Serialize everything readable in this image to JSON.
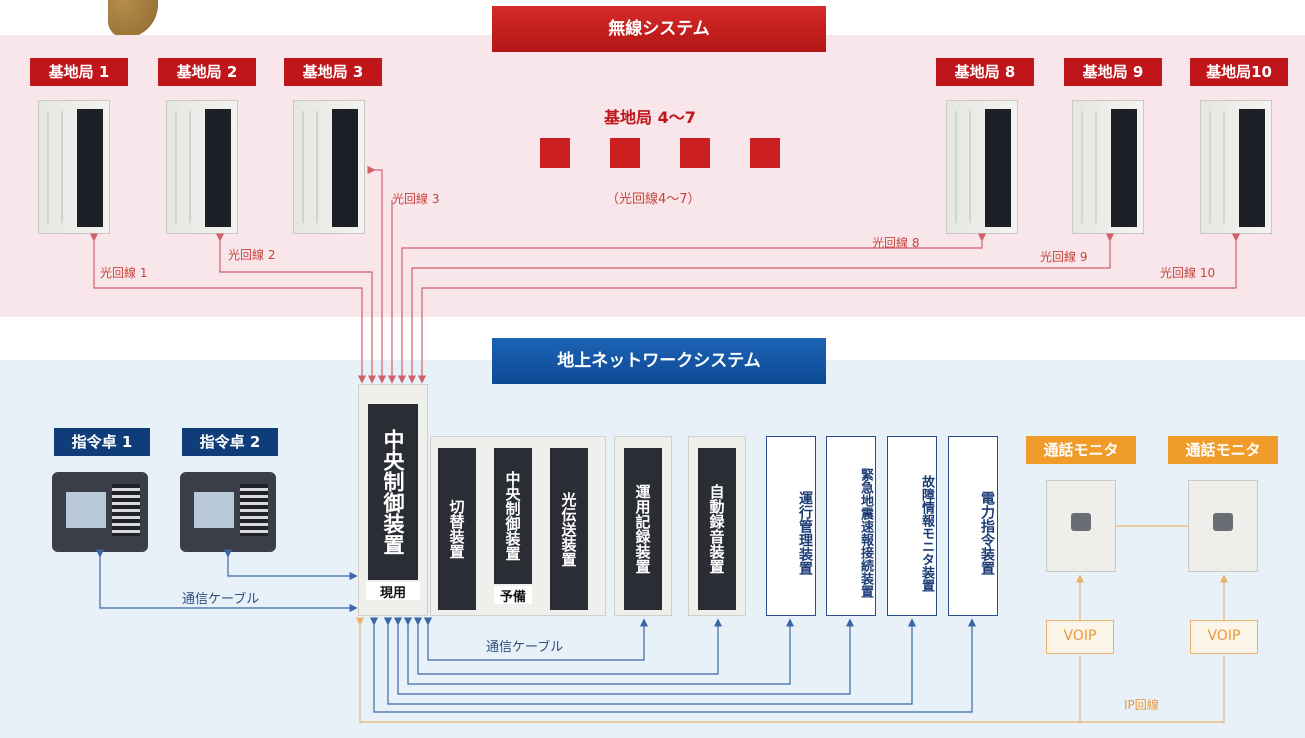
{
  "wireless": {
    "banner": "無線システム",
    "stations": [
      {
        "label": "基地局 1"
      },
      {
        "label": "基地局 2"
      },
      {
        "label": "基地局 3"
      },
      {
        "label": "基地局 8"
      },
      {
        "label": "基地局 9"
      },
      {
        "label": "基地局10"
      }
    ],
    "center_title": "基地局 4〜7",
    "center_sub": "（光回線4〜7）",
    "lines": [
      "光回線 1",
      "光回線 2",
      "光回線 3",
      "光回線 8",
      "光回線 9",
      "光回線 10"
    ]
  },
  "ground": {
    "banner": "地上ネットワークシステム",
    "consoles": [
      "指令卓 1",
      "指令卓 2"
    ],
    "cable_label": "通信ケーブル",
    "cable_label_2": "通信ケーブル",
    "main_unit": "中央制御装置",
    "main_unit_status": "現用",
    "racks": [
      "切替装置",
      "中央制御装置",
      "光伝送装置",
      "運用記録装置",
      "自動録音装置"
    ],
    "backup_status": "予備",
    "devices": [
      "運行管理装置",
      "緊急地震速報接続装置",
      "故障情報モニタ装置",
      "電力指令装置"
    ],
    "monitors": [
      "通話モニタ",
      "通話モニタ"
    ],
    "voip": [
      "VOIP",
      "VOIP"
    ],
    "ip_line": "IP回線"
  },
  "colors": {
    "red": "#c0151b",
    "navy": "#0f3d7a",
    "orange": "#ef9c2a",
    "line_red": "#d0606a",
    "line_blue": "#3a68a6"
  }
}
